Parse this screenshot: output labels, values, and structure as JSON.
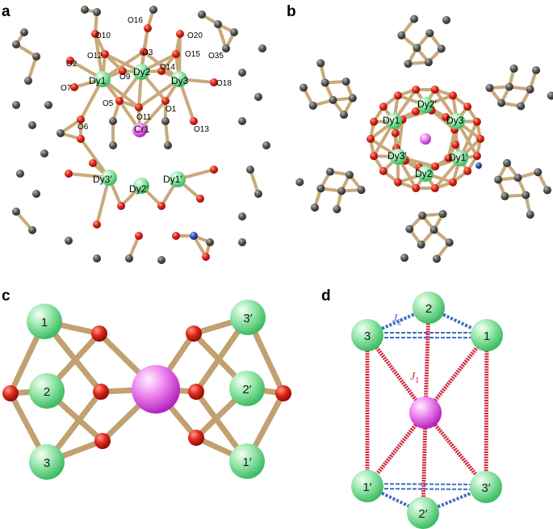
{
  "panels": {
    "a": "a",
    "b": "b",
    "c": "c",
    "d": "d"
  },
  "panel_a_labels": [
    "O10",
    "O16",
    "O20",
    "O12",
    "O3",
    "O15",
    "O35",
    "O2",
    "O9",
    "O14",
    "O7",
    "Dy1",
    "Dy2",
    "Dy3",
    "O18",
    "O5",
    "O11",
    "O1",
    "O6",
    "Cr1",
    "O13",
    "Dy3′",
    "Dy2′",
    "Dy1′"
  ],
  "panel_b_labels": [
    "Dy2′",
    "Dy1",
    "Dy3",
    "Dy3′",
    "Dy1′",
    "Dy2"
  ],
  "panel_c_labels": [
    "1",
    "2",
    "3",
    "3′",
    "2′",
    "1′"
  ],
  "panel_d_labels": [
    "2",
    "3",
    "1",
    "1′",
    "2′",
    "3′"
  ],
  "coupling": {
    "j2_base": "J",
    "j2_sub": "2",
    "j1_base": "J",
    "j1_sub": "1"
  },
  "colors": {
    "dy": "#8fe3a3",
    "cr": "#e36be8",
    "oxygen": "#d41f1f",
    "carbon": "#505050",
    "nitrogen": "#2a4fb0",
    "bond": "#c9a97a",
    "j1": "#d0243a",
    "j2": "#3a6cc8"
  }
}
